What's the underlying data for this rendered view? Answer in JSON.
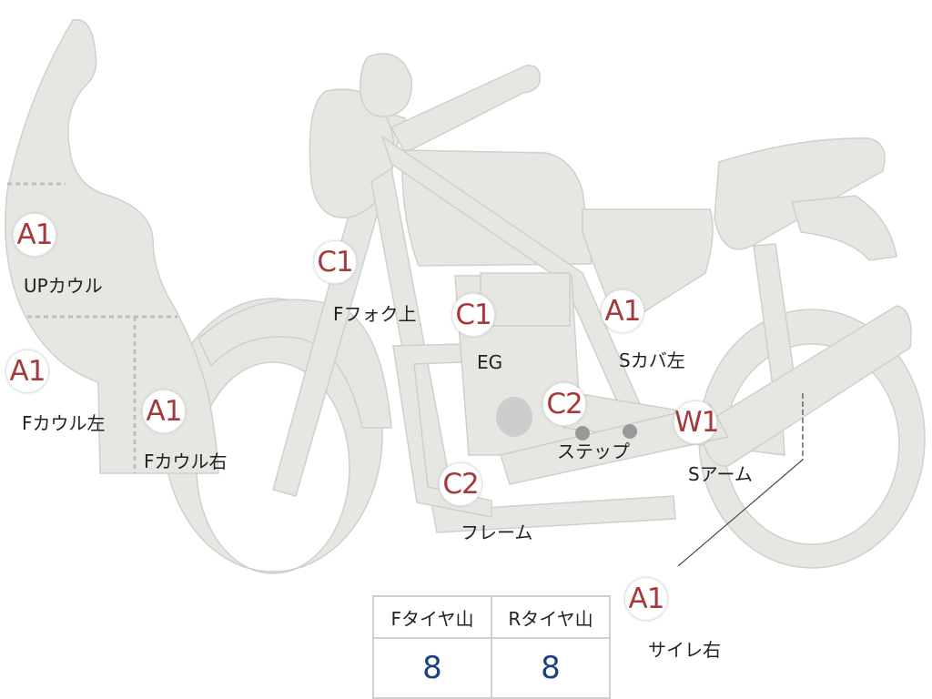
{
  "parts": [
    {
      "id": "up-cowl",
      "grade": "A1",
      "label": "UPカウル"
    },
    {
      "id": "f-cowl-left",
      "grade": "A1",
      "label": "Fカウル左"
    },
    {
      "id": "f-cowl-right",
      "grade": "A1",
      "label": "Fカウル右"
    },
    {
      "id": "f-fork-upper",
      "grade": "C1",
      "label": "Fフォク上"
    },
    {
      "id": "engine",
      "grade": "C1",
      "label": "EG"
    },
    {
      "id": "s-cover-left",
      "grade": "A1",
      "label": "Sカバ左"
    },
    {
      "id": "step",
      "grade": "C2",
      "label": "ステップ"
    },
    {
      "id": "swing-arm",
      "grade": "W1",
      "label": "Sアーム"
    },
    {
      "id": "frame",
      "grade": "C2",
      "label": "フレーム"
    },
    {
      "id": "muffler-right",
      "grade": "A1",
      "label": "サイレ右"
    }
  ],
  "tread": {
    "front_label": "Fタイヤ山",
    "rear_label": "Rタイヤ山",
    "front_value": "8",
    "rear_value": "8"
  },
  "colors": {
    "body_fill": "#e6e6e3",
    "outline": "#cfcfcc",
    "grade_text": "#a43a3a",
    "value_text": "#1f3f80"
  }
}
